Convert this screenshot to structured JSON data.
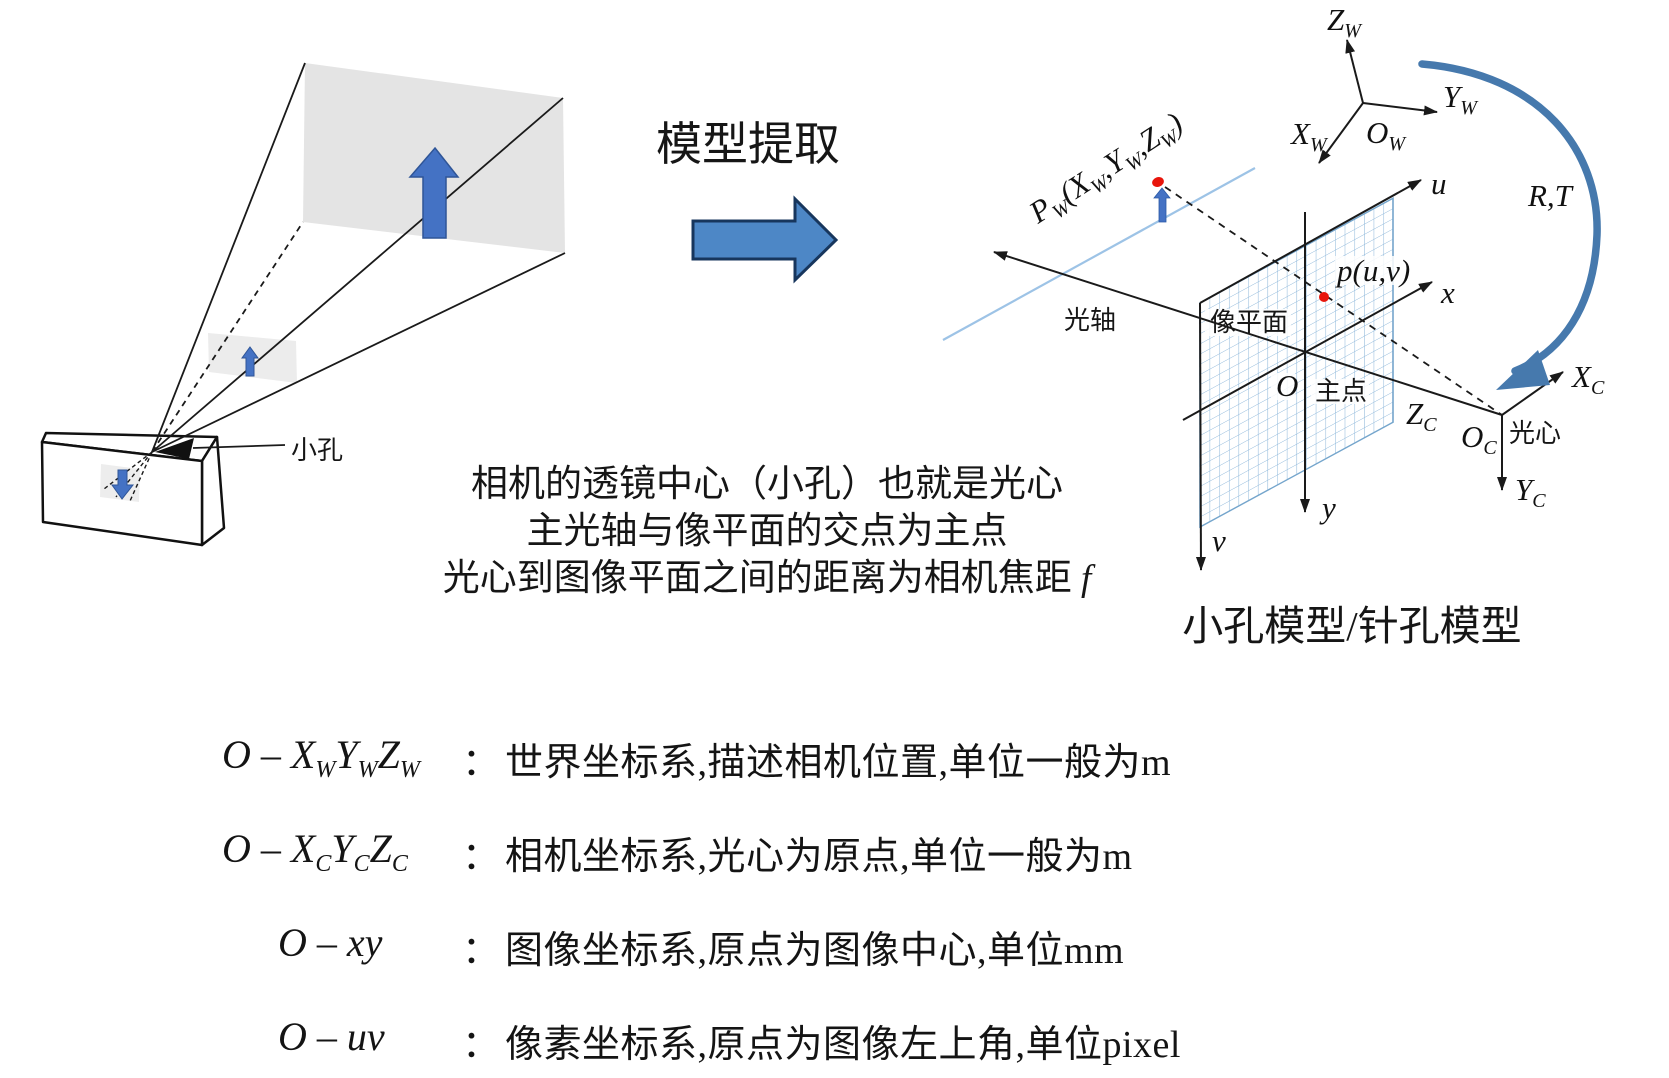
{
  "t": {
    "title": "模型提取"
  },
  "ct": {
    "l1": "相机的透镜中心（小孔）也就是光心",
    "l2": "主光轴与像平面的交点为主点",
    "l3": "光心到图像平面之间的距离为相机焦距",
    "f": " f"
  },
  "cap": "小孔模型/针孔模型",
  "ld": {
    "pinhole": "小孔"
  },
  "rd": {
    "axis": "光轴",
    "plane": "像平面",
    "principal": "主点",
    "center": "光心",
    "u": "u",
    "v": "v",
    "x": "x",
    "y": "y",
    "o": "O",
    "p": "p(u,v)",
    "rt": "R,T",
    "zw": {
      "b": "Z",
      "s": "W"
    },
    "yw": {
      "b": "Y",
      "s": "W"
    },
    "xw": {
      "b": "X",
      "s": "W"
    },
    "ow": {
      "b": "O",
      "s": "W"
    },
    "zc": {
      "b": "Z",
      "s": "C"
    },
    "oc": {
      "b": "O",
      "s": "C"
    },
    "xc": {
      "b": "X",
      "s": "C"
    },
    "yc": {
      "b": "Y",
      "s": "C"
    },
    "pw": [
      {
        "t": "P",
        "s": "W"
      },
      {
        "t": "(X",
        "s": "W"
      },
      {
        "t": ",Y",
        "s": "W"
      },
      {
        "t": ",Z",
        "s": "W"
      },
      {
        "t": ")",
        "s": ""
      }
    ]
  },
  "legend": {
    "lines": [
      {
        "label": [
          {
            "t": "O – X",
            "s": "W"
          },
          {
            "t": "Y",
            "s": "W"
          },
          {
            "t": "Z",
            "s": "W"
          }
        ],
        "colon": "：",
        "desc": "世界坐标系,描述相机位置,单位一般为m"
      },
      {
        "label": [
          {
            "t": "O – X",
            "s": "C"
          },
          {
            "t": "Y",
            "s": "C"
          },
          {
            "t": "Z",
            "s": "C"
          }
        ],
        "colon": "：",
        "desc": "相机坐标系,光心为原点,单位一般为m"
      },
      {
        "label": [
          {
            "t": "O – xy",
            "s": ""
          }
        ],
        "colon": "：",
        "desc": "图像坐标系,原点为图像中心,单位mm"
      },
      {
        "label": [
          {
            "t": "O – uv",
            "s": ""
          }
        ],
        "colon": "：",
        "desc": "像素坐标系,原点为图像左上角,单位pixel"
      }
    ]
  },
  "colors": {
    "arrow_blue": "#4472c4",
    "arrow_blue_dark": "#2f5597",
    "block_arrow_fill": "#4d87c6",
    "block_arrow_border": "#17365d",
    "arc_blue": "#4679ad",
    "grid_blue": "#8ab5d9",
    "light_blue_line": "#9dc3e6",
    "red_dot": "#e8150b",
    "plane_gray": "#e4e4e4",
    "ink": "#1a1a1a"
  }
}
